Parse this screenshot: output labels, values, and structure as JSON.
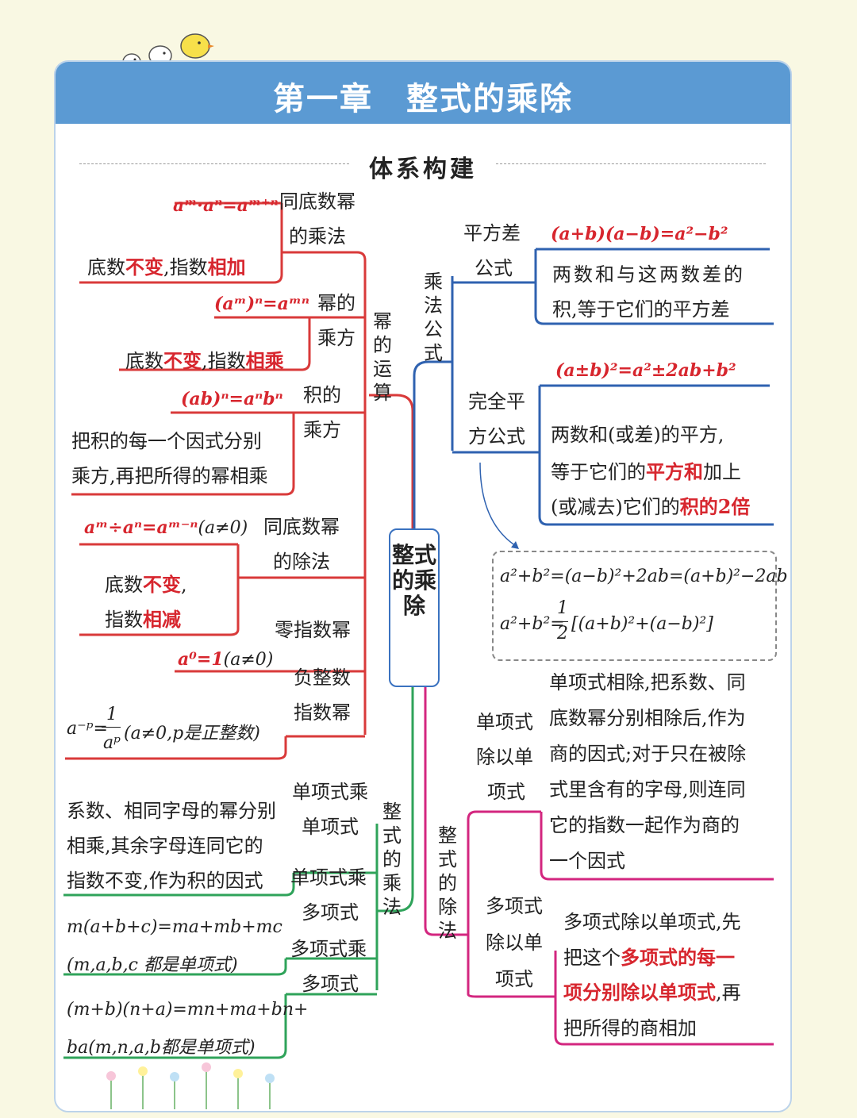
{
  "header": {
    "title": "第一章　整式的乘除",
    "subtitle": "体系构建"
  },
  "center": {
    "label": "整式的乘除"
  },
  "branches": {
    "power_ops": {
      "label": "幂的运算"
    },
    "mult_formula": {
      "label": "乘法公式"
    },
    "mult": {
      "label": "整式的乘法"
    },
    "div": {
      "label": "整式的除法"
    }
  },
  "left": {
    "same_base_mult": {
      "title1": "同底数幂",
      "title2": "的乘法",
      "formula": "aᵐ·aⁿ=aᵐ⁺ⁿ",
      "rule_a": "底数",
      "rule_b": "不变",
      "rule_c": ",指数",
      "rule_d": "相加"
    },
    "power_of_power": {
      "title1": "幂的",
      "title2": "乘方",
      "formula": "(aᵐ)ⁿ=aᵐⁿ",
      "rule_a": "底数",
      "rule_b": "不变",
      "rule_c": ",指数",
      "rule_d": "相乘"
    },
    "power_of_product": {
      "title1": "积的",
      "title2": "乘方",
      "formula": "(ab)ⁿ=aⁿbⁿ",
      "rule1": "把积的每一个因式分别",
      "rule2": "乘方,再把所得的幂相乘"
    },
    "same_base_div": {
      "title1": "同底数幂",
      "title2": "的除法",
      "formula_red": "aᵐ÷aⁿ=aᵐ⁻ⁿ",
      "formula_tail": "(a≠0)",
      "rule_a": "底数",
      "rule_b": "不变",
      "rule_c": ",",
      "rule_d": "指数",
      "rule_e": "相减"
    },
    "zero_exp": {
      "title": "零指数幂",
      "formula_red": "a⁰=1",
      "formula_tail": "(a≠0)"
    },
    "neg_exp": {
      "title1": "负整数",
      "title2": "指数幂",
      "formula_lhs": "a⁻ᵖ=",
      "num": "1",
      "den": "aᵖ",
      "formula_tail": "(a≠0,p是正整数)"
    },
    "mono_mono": {
      "title1": "单项式乘",
      "title2": "单项式",
      "rule1": "系数、相同字母的幂分别",
      "rule2": "相乘,其余字母连同它的",
      "rule3": "指数不变,作为积的因式"
    },
    "mono_poly": {
      "title1": "单项式乘",
      "title2": "多项式",
      "formula": "m(a+b+c)=ma+mb+mc",
      "note": "(m,a,b,c 都是单项式)"
    },
    "poly_poly": {
      "title1": "多项式乘",
      "title2": "多项式",
      "formula": "(m+b)(n+a)=mn+ma+bn+",
      "note": "ba(m,n,a,b都是单项式)"
    }
  },
  "right": {
    "diff_squares": {
      "title1": "平方差",
      "title2": "公式",
      "formula": "(a+b)(a−b)=a²−b²",
      "desc1": "两数和与这两数差的",
      "desc2": "积,等于它们的平方差"
    },
    "perfect_square": {
      "title1": "完全平",
      "title2": "方公式",
      "formula": "(a±b)²=a²±2ab+b²",
      "desc1": "两数和(或差)的平方,",
      "desc2a": "等于它们的",
      "desc2b": "平方和",
      "desc2c": "加上",
      "desc3a": "(或减去)它们的",
      "desc3b": "积的2倍"
    },
    "variants": {
      "line1": "a²+b²=(a−b)²+2ab=(a+b)²−2ab",
      "line2_lhs": "a²+b²=",
      "num": "1",
      "den": "2",
      "line2_rhs": "[(a+b)²+(a−b)²]"
    },
    "mono_div": {
      "title1": "单项式",
      "title2": "除以单",
      "title3": "项式",
      "desc": [
        "单项式相除,把系数、同",
        "底数幂分别相除后,作为",
        "商的因式;对于只在被除",
        "式里含有的字母,则连同",
        "它的指数一起作为商的",
        "一个因式"
      ]
    },
    "poly_div": {
      "title1": "多项式",
      "title2": "除以单",
      "title3": "项式",
      "desc1": "多项式除以单项式,先",
      "desc2a": "把这个",
      "desc2b": "多项式的每一",
      "desc3a": "项分别除以单项式",
      "desc3b": ",再",
      "desc4": "把所得的商相加"
    }
  },
  "colors": {
    "banner": "#5b9ad3",
    "red_branch": "#d93a3a",
    "blue_branch": "#2f62b0",
    "green_branch": "#2fa35a",
    "magenta_branch": "#d3267f",
    "highlight": "#d7262e"
  }
}
